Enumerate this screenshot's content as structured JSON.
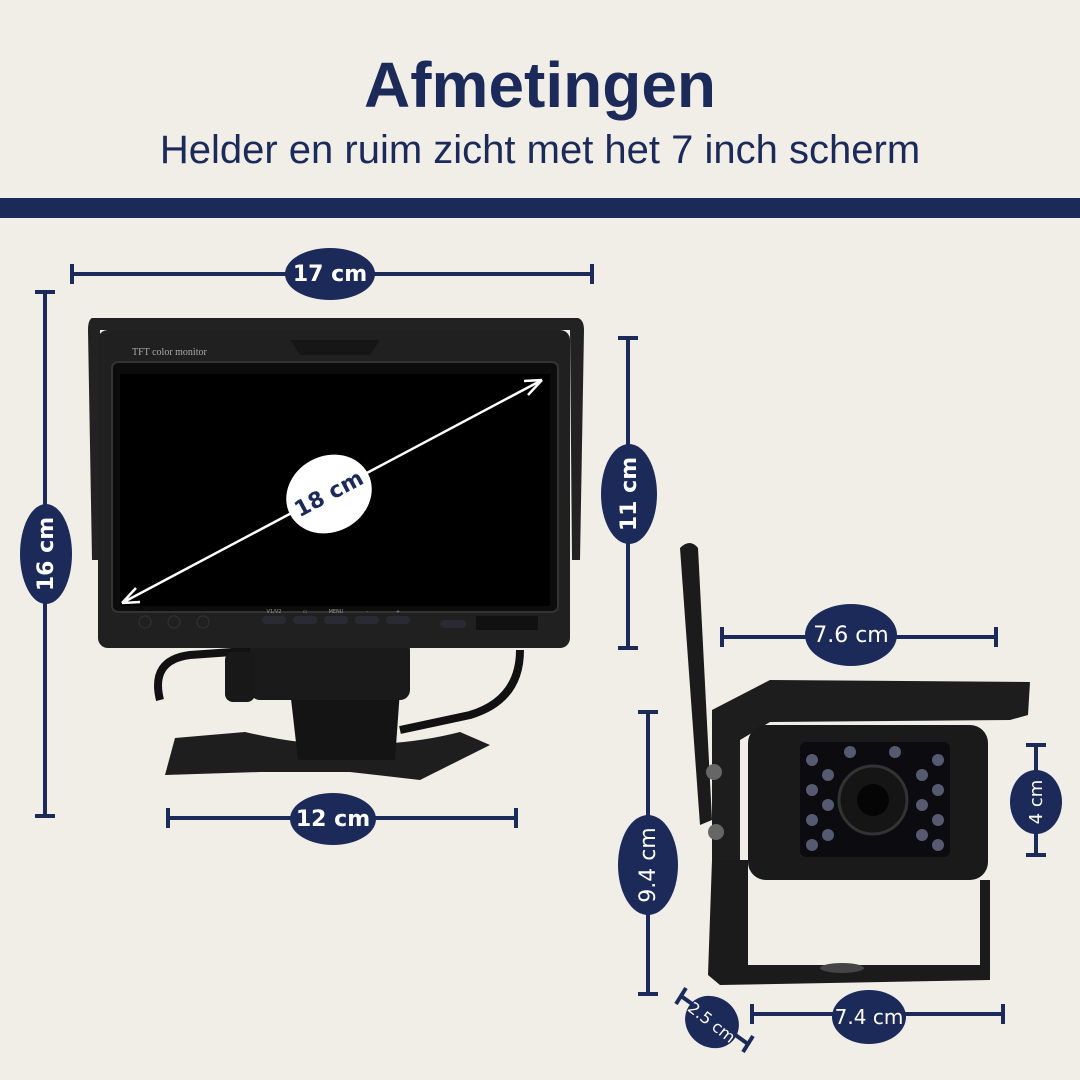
{
  "header": {
    "title": "Afmetingen",
    "subtitle": "Helder en ruim zicht met het 7 inch scherm"
  },
  "colors": {
    "accent": "#1c2a5a",
    "background": "#f1ede7",
    "device": "#1a1a1a"
  },
  "monitor": {
    "label": "TFT color monitor",
    "buttons": [
      "V1/V2",
      "▭",
      "MENU",
      "-",
      "+"
    ],
    "dimensions": {
      "width": "17 cm",
      "height": "16 cm",
      "screen_height": "11 cm",
      "diagonal": "18 cm",
      "base_width": "12 cm"
    }
  },
  "camera": {
    "dimensions": {
      "top_width": "7.6 cm",
      "height": "9.4 cm",
      "lens_height": "4 cm",
      "bottom_width": "7.4 cm",
      "depth": "2.5 cm"
    }
  }
}
